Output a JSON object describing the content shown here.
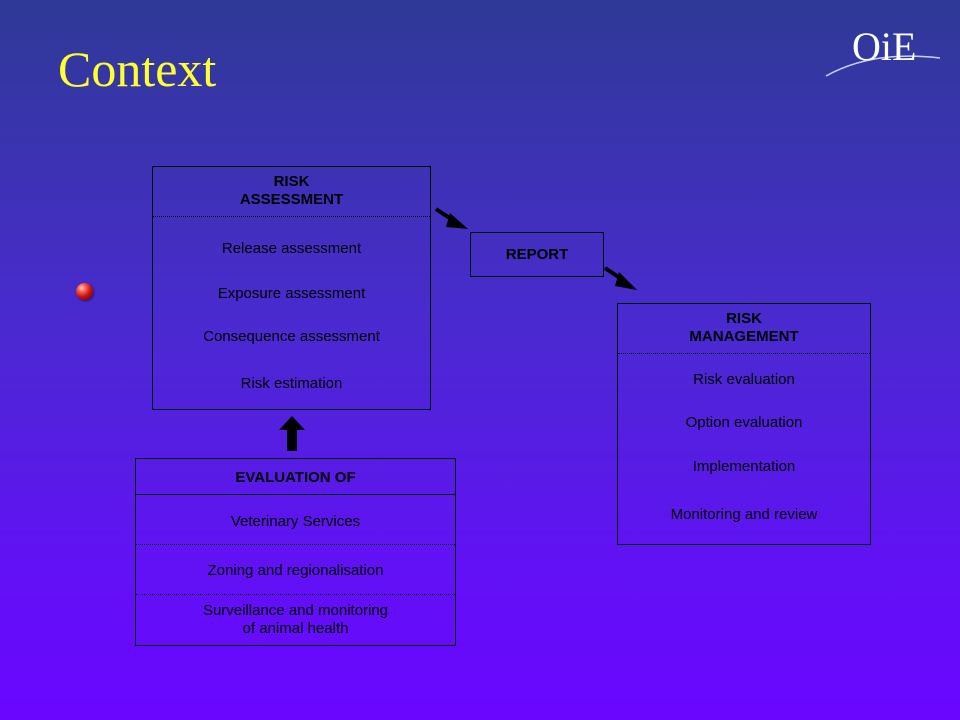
{
  "slide": {
    "title": "Context",
    "logo_text": "OiE"
  },
  "risk_assessment": {
    "header": "RISK\nASSESSMENT",
    "items": [
      "Release assessment",
      "Exposure assessment",
      "Consequence assessment",
      "Risk estimation"
    ]
  },
  "report": {
    "label": "REPORT"
  },
  "risk_management": {
    "header": "RISK\nMANAGEMENT",
    "items": [
      "Risk evaluation",
      "Option evaluation",
      "Implementation",
      "Monitoring and review"
    ]
  },
  "evaluation": {
    "header": "EVALUATION OF",
    "items": [
      "Veterinary Services",
      "Zoning and regionalisation",
      "Surveillance and monitoring\nof animal health"
    ]
  },
  "colors": {
    "title": "#ffff33",
    "background_top": "#2e3a96",
    "background_bottom": "#6a06ff"
  }
}
